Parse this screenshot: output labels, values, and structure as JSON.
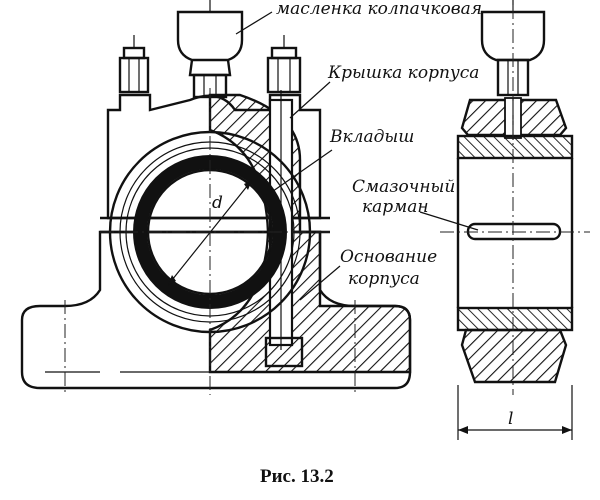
{
  "labels": {
    "top_cut": "масленка колпачковая",
    "cover": "Крышка корпуса",
    "liner": "Вкладыш",
    "lube_pocket_1": "Смазочный",
    "lube_pocket_2": "карман",
    "base_1": "Основание",
    "base_2": "корпуса",
    "dim_d": "d",
    "dim_l": "l"
  },
  "caption": "Рис. 13.2"
}
